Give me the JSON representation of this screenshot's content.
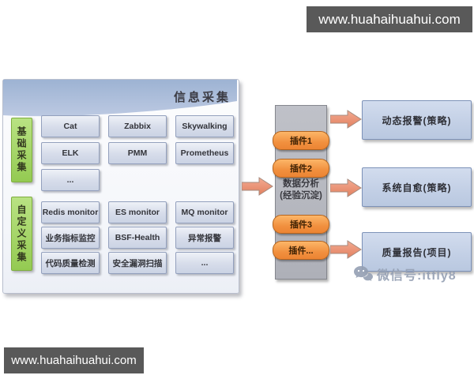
{
  "banners": {
    "top_right": "www.huahaihuahui.com",
    "bottom_left": "www.huahaihuahui.com"
  },
  "panel": {
    "title": "信息采集",
    "groups": [
      {
        "label": "基础采集",
        "rows": [
          [
            "Cat",
            "Zabbix",
            "Skywalking"
          ],
          [
            "ELK",
            "PMM",
            "Prometheus"
          ],
          [
            "..."
          ]
        ]
      },
      {
        "label": "自定义采集",
        "rows": [
          [
            "Redis monitor",
            "ES monitor",
            "MQ monitor"
          ],
          [
            "业务指标监控",
            "BSF-Health",
            "异常报警"
          ],
          [
            "代码质量检测",
            "安全漏洞扫描",
            "..."
          ]
        ]
      }
    ]
  },
  "analysis": {
    "title_line1": "数据分析",
    "title_line2": "(经验沉淀)",
    "plugins": [
      "插件1",
      "插件2",
      "插件3",
      "插件..."
    ]
  },
  "outputs": [
    "动态报警(策略)",
    "系统自愈(策略)",
    "质量报告(项目)"
  ],
  "watermark": "微信号:itfly8",
  "colors": {
    "banner_bg": "#595959",
    "header_blue_top": "#9db3d3",
    "header_blue_bottom": "#bcc9e2",
    "green_label": "#94ca52",
    "tool_box": "#d6dcea",
    "gray_column": "#b3b5bc",
    "plugin_orange": "#f1903f",
    "arrow_salmon": "#ec9379",
    "output_box_blue": "#c2cfe5"
  }
}
